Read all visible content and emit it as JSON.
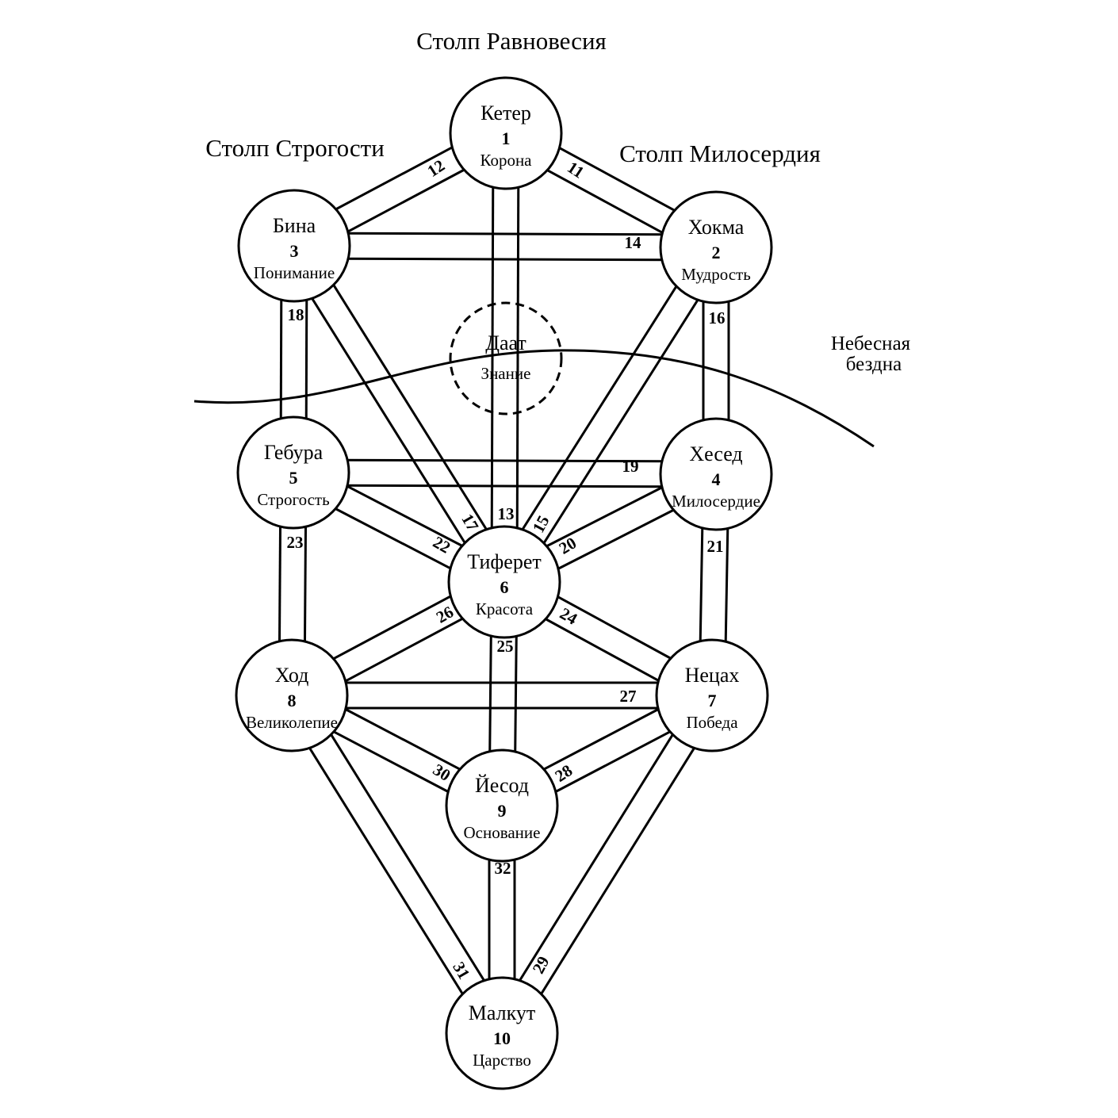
{
  "pillars": {
    "balance": "Столп Равновесия",
    "severity": "Столп Строгости",
    "mercy": "Столп Милосердия"
  },
  "abyss": {
    "line1": "Небесная",
    "line2": "бездна"
  },
  "sephirot": [
    {
      "id": "keter",
      "name": "Кетер",
      "number": "1",
      "meaning": "Корона"
    },
    {
      "id": "chokmah",
      "name": "Хокма",
      "number": "2",
      "meaning": "Мудрость"
    },
    {
      "id": "binah",
      "name": "Бина",
      "number": "3",
      "meaning": "Понимание"
    },
    {
      "id": "chesed",
      "name": "Хесед",
      "number": "4",
      "meaning": "Милосердие"
    },
    {
      "id": "geburah",
      "name": "Гебура",
      "number": "5",
      "meaning": "Строгость"
    },
    {
      "id": "tiphareth",
      "name": "Тиферет",
      "number": "6",
      "meaning": "Красота"
    },
    {
      "id": "netzach",
      "name": "Нецах",
      "number": "7",
      "meaning": "Победа"
    },
    {
      "id": "hod",
      "name": "Ход",
      "number": "8",
      "meaning": "Великолепие"
    },
    {
      "id": "yesod",
      "name": "Йесод",
      "number": "9",
      "meaning": "Основание"
    },
    {
      "id": "malkuth",
      "name": "Малкут",
      "number": "10",
      "meaning": "Царство"
    },
    {
      "id": "daath",
      "name": "Даат",
      "number": "",
      "meaning": "Знание",
      "hidden": true
    }
  ],
  "paths": [
    {
      "number": "11",
      "from": "keter",
      "to": "chokmah"
    },
    {
      "number": "12",
      "from": "keter",
      "to": "binah"
    },
    {
      "number": "13",
      "from": "keter",
      "to": "tiphareth"
    },
    {
      "number": "14",
      "from": "binah",
      "to": "chokmah"
    },
    {
      "number": "15",
      "from": "chokmah",
      "to": "tiphareth"
    },
    {
      "number": "16",
      "from": "chokmah",
      "to": "chesed"
    },
    {
      "number": "17",
      "from": "binah",
      "to": "tiphareth"
    },
    {
      "number": "18",
      "from": "binah",
      "to": "geburah"
    },
    {
      "number": "19",
      "from": "geburah",
      "to": "chesed"
    },
    {
      "number": "20",
      "from": "chesed",
      "to": "tiphareth"
    },
    {
      "number": "21",
      "from": "chesed",
      "to": "netzach"
    },
    {
      "number": "22",
      "from": "geburah",
      "to": "tiphareth"
    },
    {
      "number": "23",
      "from": "geburah",
      "to": "hod"
    },
    {
      "number": "24",
      "from": "tiphareth",
      "to": "netzach"
    },
    {
      "number": "25",
      "from": "tiphareth",
      "to": "yesod"
    },
    {
      "number": "26",
      "from": "tiphareth",
      "to": "hod"
    },
    {
      "number": "27",
      "from": "hod",
      "to": "netzach"
    },
    {
      "number": "28",
      "from": "netzach",
      "to": "yesod"
    },
    {
      "number": "29",
      "from": "netzach",
      "to": "malkuth"
    },
    {
      "number": "30",
      "from": "hod",
      "to": "yesod"
    },
    {
      "number": "31",
      "from": "hod",
      "to": "malkuth"
    },
    {
      "number": "32",
      "from": "yesod",
      "to": "malkuth"
    }
  ]
}
